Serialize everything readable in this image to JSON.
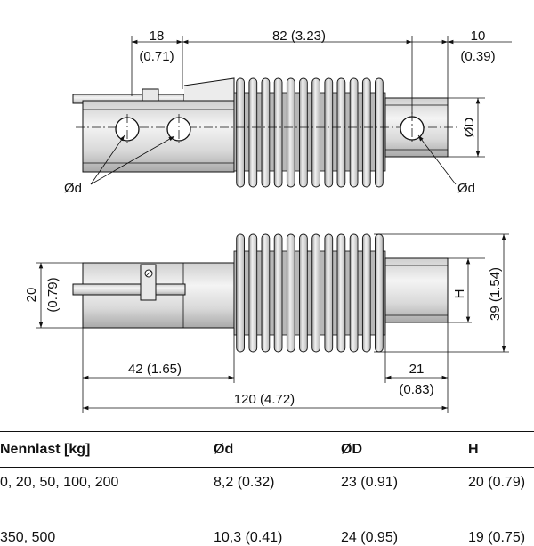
{
  "top_view": {
    "dim_left_mm": "18",
    "dim_left_in": "(0.71)",
    "dim_mid": "82 (3.23)",
    "dim_right_mm": "10",
    "dim_right_in": "(0.39)",
    "label_bolt_hole_left": "Ød",
    "label_bolt_hole_right": "Ød",
    "label_diameter": "ØD"
  },
  "side_view": {
    "dim_height_mm": "20",
    "dim_height_in": "(0.79)",
    "dim_h": "H",
    "dim_total_height": "39 (1.54)",
    "dim_42": "42 (1.65)",
    "dim_21_mm": "21",
    "dim_21_in": "(0.83)",
    "dim_total_length": "120 (4.72)"
  },
  "table": {
    "headers": [
      "Nennlast [kg]",
      "Ød",
      "ØD",
      "H"
    ],
    "rows": [
      [
        "0, 20, 50, 100, 200",
        "8,2 (0.32)",
        "23 (0.91)",
        "20 (0.79)"
      ],
      [
        "350, 500",
        "10,3 (0.41)",
        "24 (0.95)",
        "19 (0.75)"
      ]
    ]
  }
}
